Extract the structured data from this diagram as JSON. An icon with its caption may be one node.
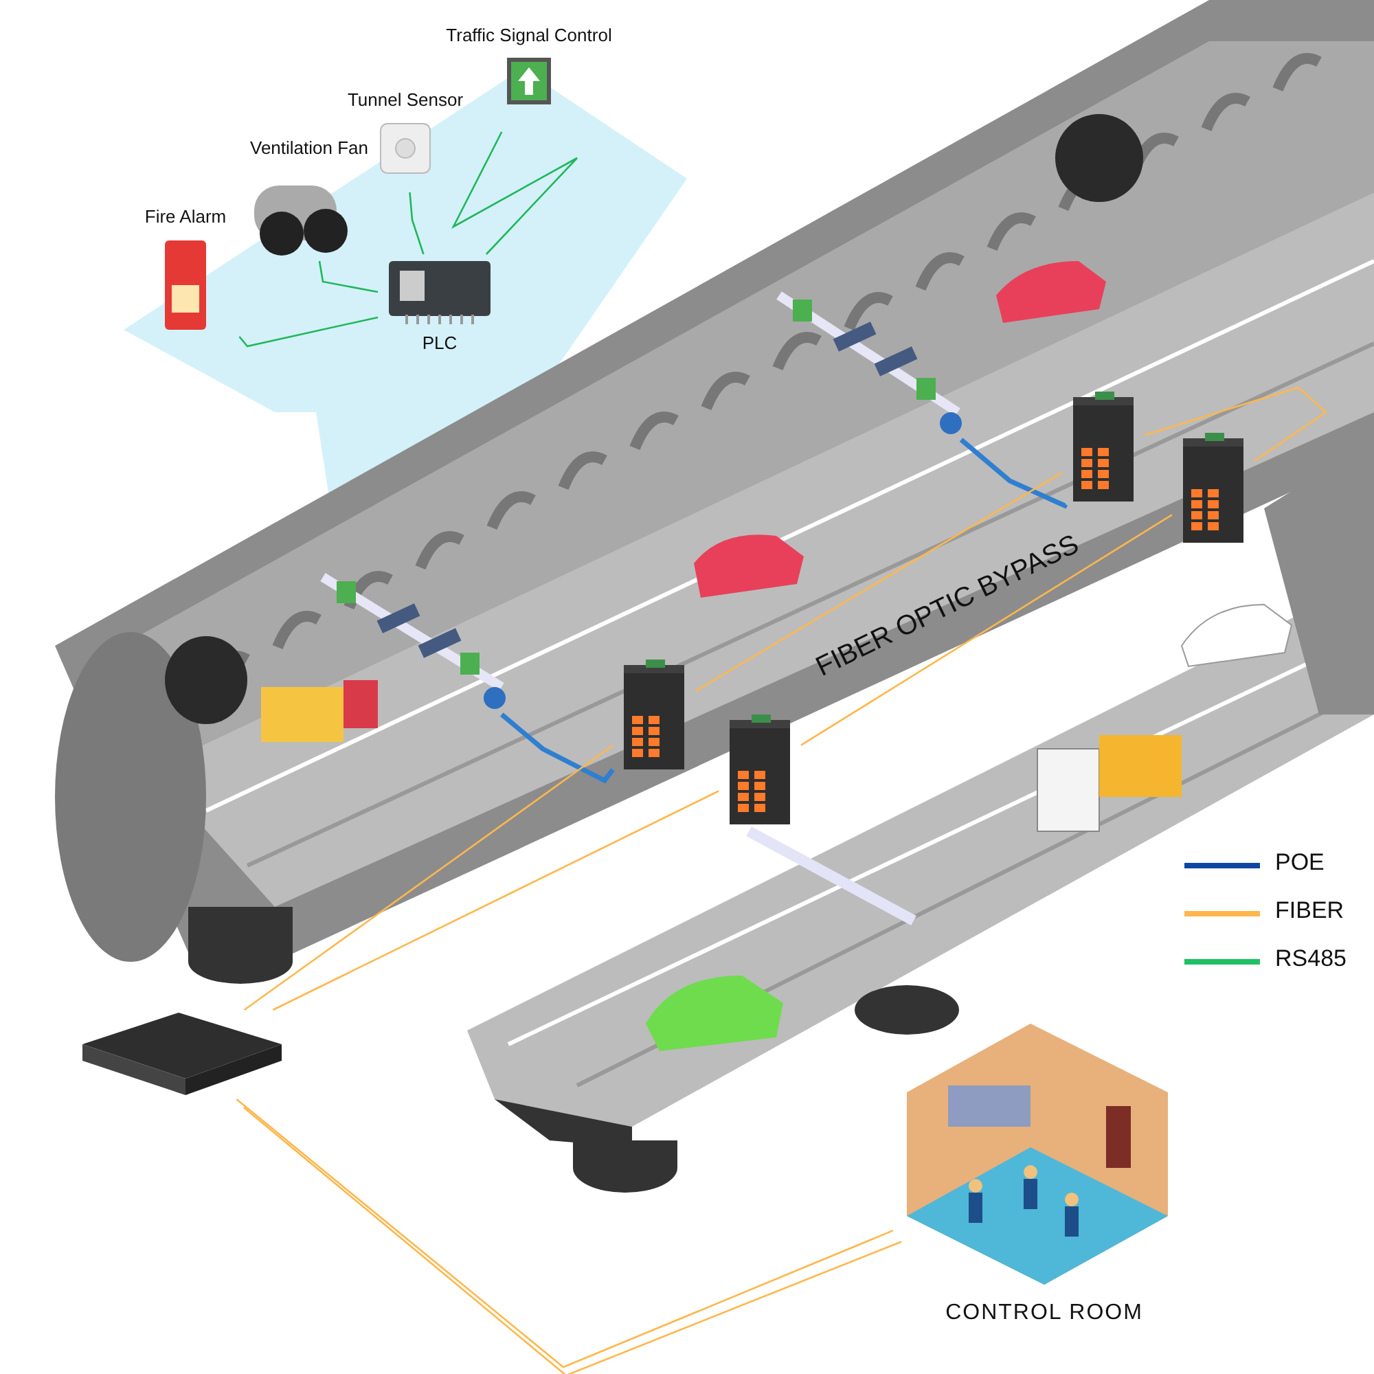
{
  "diagram": {
    "nodes": [
      {
        "text": [
          "Fire Alarm"
        ]
      },
      {
        "text": [
          "Ventilation Fan"
        ]
      },
      {
        "text": [
          "Tunnel Sensor"
        ]
      },
      {
        "text": [
          "Traffic Signal Control"
        ]
      },
      {
        "text": [
          "PLC"
        ]
      },
      {
        "text": [],
        "shape": "picture"
      },
      {
        "text": [],
        "shape": "picture"
      },
      {
        "text": [],
        "shape": "picture"
      },
      {
        "text": [],
        "shape": "picture"
      },
      {
        "text": [],
        "shape": "picture"
      },
      {
        "text": [
          "CONTROL ROOM"
        ]
      },
      {
        "text": [],
        "shape": "picture"
      },
      {
        "text": [],
        "shape": "picture"
      }
    ],
    "edges": [
      {
        "from": 4,
        "to": 0,
        "arrow": "none",
        "color": "#1fb85a"
      },
      {
        "from": 4,
        "to": 1,
        "arrow": "none",
        "color": "#1fb85a"
      },
      {
        "from": 4,
        "to": 2,
        "arrow": "none",
        "color": "#1fb85a"
      },
      {
        "from": 4,
        "to": 3,
        "arrow": "none",
        "color": "#1fb85a"
      },
      {
        "from": 11,
        "to": 5,
        "arrow": "none",
        "color": "#2f7fd0",
        "style": "thick"
      },
      {
        "from": 12,
        "to": 6,
        "arrow": "none",
        "color": "#2f7fd0",
        "style": "thick"
      },
      {
        "from": 9,
        "to": 5,
        "arrow": "none"
      },
      {
        "from": 5,
        "to": 6,
        "arrow": "none"
      },
      {
        "from": 6,
        "to": 8,
        "arrow": "none"
      },
      {
        "from": 8,
        "to": 7,
        "arrow": "none"
      },
      {
        "from": 7,
        "to": 9,
        "arrow": "none"
      },
      {
        "from": 9,
        "to": 10,
        "arrow": "none"
      },
      {
        "from": 9,
        "to": 10,
        "arrow": "none"
      }
    ],
    "labels": [
      "FIBER OPTIC BYPASS"
    ],
    "legend": [
      {
        "text": "POE",
        "color": "#0d47a1"
      },
      {
        "text": "FIBER",
        "color": "#ffb74d"
      },
      {
        "text": "RS485",
        "color": "#1fc063"
      }
    ]
  }
}
